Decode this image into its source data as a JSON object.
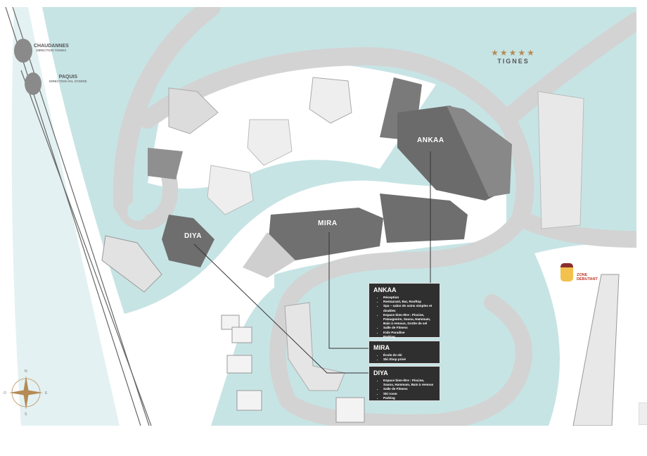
{
  "stations": [
    {
      "name": "CHAUDANNES",
      "direction": "DIRECTION TIGNES"
    },
    {
      "name": "PAQUIS",
      "direction": "DIRECTION VAL D'ISÈRE"
    }
  ],
  "brand": {
    "stars": "★★★★★",
    "name": "TIGNES"
  },
  "zone": {
    "line1": "ZONE",
    "line2": "DÉBUTANT"
  },
  "buildings": {
    "ankaa": "ANKAA",
    "mira": "MIRA",
    "diya": "DIYA"
  },
  "legend": [
    {
      "title": "ANKAA",
      "items": [
        "Réception",
        "Restaurant, Bar, Rooftop",
        "Spa – salon de soins simples et doubles",
        "Espace bien-être : Piscine, Pataugeoire, Sauna, Hammam, Bain à remous, Grotte de sel",
        "Salle de Fitness",
        "Kids Paradise",
        "Parking"
      ]
    },
    {
      "title": "MIRA",
      "items": [
        "École de ski",
        "Ski Shop privé"
      ]
    },
    {
      "title": "DIYA",
      "items": [
        "Espace bien-être : Piscine, Sauna, Hammam, Bain à remous",
        "Salle de Fitness",
        "Ski room",
        "Parking"
      ]
    }
  ],
  "compass": {
    "n": "N",
    "s": "S",
    "e": "E",
    "o": "O"
  },
  "colors": {
    "water": "#c7e4e5",
    "snow": "#ffffff",
    "road": "#d3d3d3",
    "building": "#6b6b6b",
    "box": "#2f2f2f",
    "star": "#b58a55"
  }
}
